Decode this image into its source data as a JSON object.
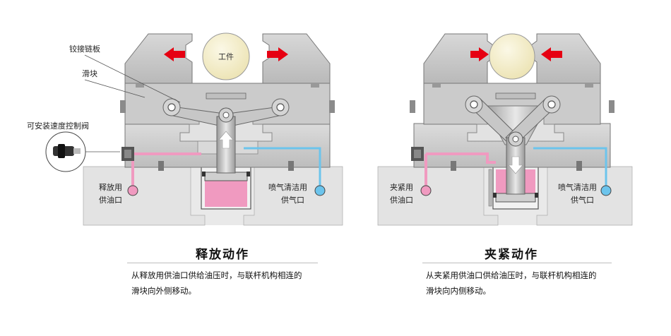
{
  "labels": {
    "toggle_plate": "铰接链板",
    "slider": "滑块",
    "speed_valve": "可安装速度控制阀",
    "workpiece": "工件"
  },
  "left": {
    "oil_port_line1": "释放用",
    "oil_port_line2": "供油口",
    "air_port_line1": "喷气清洁用",
    "air_port_line2": "供气口",
    "title": "释放动作",
    "desc_line1": "从释放用供油口供给油压时，与联杆机构相连的",
    "desc_line2": "滑块向外侧移动。"
  },
  "right": {
    "oil_port_line1": "夹紧用",
    "oil_port_line2": "供油口",
    "air_port_line1": "喷气清洁用",
    "air_port_line2": "供气口",
    "title": "夹紧动作",
    "desc_line1": "从夹紧用供油口供给油压时，与联杆机构相连的",
    "desc_line2": "滑块向内侧移动。"
  },
  "colors": {
    "oil": "#f09ac0",
    "air": "#6cc4ec",
    "arrow": "#e60012",
    "body": "#d4d4d4",
    "jaw": "#c8c8c8",
    "workpiece": "#f6f0cc"
  }
}
